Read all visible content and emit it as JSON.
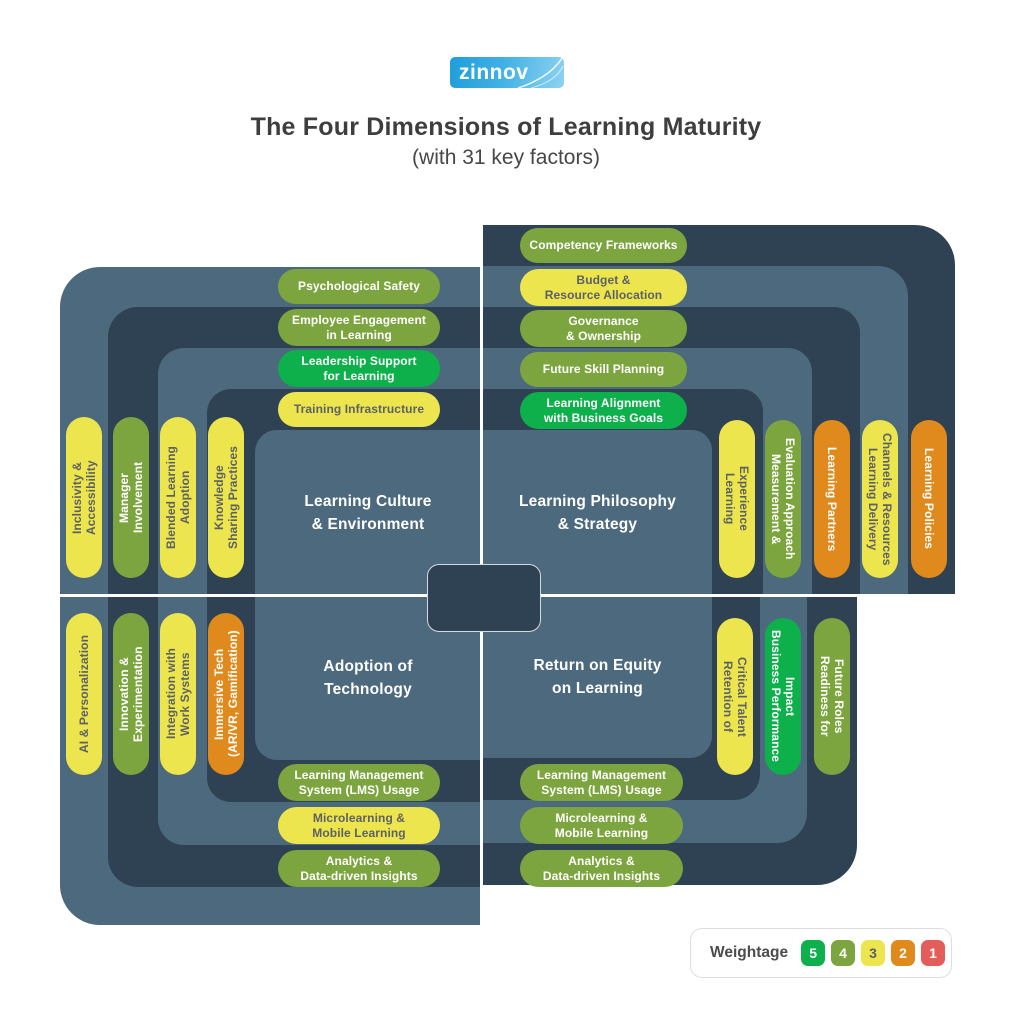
{
  "header": {
    "logo_text": "zinnov",
    "title": "The Four Dimensions of Learning Maturity",
    "subtitle": "(with 31 key factors)"
  },
  "colors": {
    "ring_light": "#4c697e",
    "ring_dark": "#2e4254",
    "weight_5": "#0db04b",
    "weight_4": "#7ca53f",
    "weight_3": "#ece54e",
    "weight_2": "#e0891c",
    "weight_1": "#e35d5b"
  },
  "quadrants": {
    "tl": {
      "title": "Learning Culture\n& Environment",
      "top": [
        {
          "label": "Psychological Safety",
          "weight": 4
        },
        {
          "label": "Employee Engagement\nin Learning",
          "weight": 4
        },
        {
          "label": "Leadership Support\nfor Learning",
          "weight": 5
        },
        {
          "label": "Training Infrastructure",
          "weight": 3
        }
      ],
      "left": [
        {
          "label": "Inclusivity &\nAccessibility",
          "weight": 3
        },
        {
          "label": "Manager\nInvolvement",
          "weight": 4
        },
        {
          "label": "Blended Learning\nAdoption",
          "weight": 3
        },
        {
          "label": "Knowledge\nSharing Practices",
          "weight": 3
        }
      ]
    },
    "tr": {
      "title": "Learning Philosophy\n& Strategy",
      "top": [
        {
          "label": "Competency Frameworks",
          "weight": 4
        },
        {
          "label": "Budget &\nResource Allocation",
          "weight": 3
        },
        {
          "label": "Governance\n& Ownership",
          "weight": 4
        },
        {
          "label": "Future Skill Planning",
          "weight": 4
        },
        {
          "label": "Learning Alignment\nwith Business Goals",
          "weight": 5
        }
      ],
      "right": [
        {
          "label": "Learning\nExperience",
          "weight": 3
        },
        {
          "label": "Measurement &\nEvaluation Approach",
          "weight": 4
        },
        {
          "label": "Learning Partners",
          "weight": 2
        },
        {
          "label": "Learning Delivery\nChannels & Resources",
          "weight": 3
        },
        {
          "label": "Learning Policies",
          "weight": 2
        }
      ]
    },
    "bl": {
      "title": "Adoption of\nTechnology",
      "left": [
        {
          "label": "AI & Personalization",
          "weight": 3
        },
        {
          "label": "Innovation &\nExperimentation",
          "weight": 4
        },
        {
          "label": "Integration with\nWork Systems",
          "weight": 3
        },
        {
          "label": "Immersive Tech\n(AR/VR, Gamification)",
          "weight": 2
        }
      ],
      "bottom": [
        {
          "label": "Learning Management\nSystem (LMS) Usage",
          "weight": 4
        },
        {
          "label": "Microlearning &\nMobile Learning",
          "weight": 3
        },
        {
          "label": "Analytics &\nData-driven Insights",
          "weight": 4
        }
      ]
    },
    "br": {
      "title": "Return on Equity\non Learning",
      "right": [
        {
          "label": "Retention of\nCritical Talent",
          "weight": 3
        },
        {
          "label": "Business Performance\nImpact",
          "weight": 5
        },
        {
          "label": "Readiness for\nFuture Roles",
          "weight": 4
        }
      ],
      "bottom": [
        {
          "label": "Learning Management\nSystem (LMS) Usage",
          "weight": 4
        },
        {
          "label": "Microlearning &\nMobile Learning",
          "weight": 4
        },
        {
          "label": "Analytics &\nData-driven Insights",
          "weight": 4
        }
      ]
    }
  },
  "legend": {
    "label": "Weightage",
    "items": [
      {
        "value": "5"
      },
      {
        "value": "4"
      },
      {
        "value": "3"
      },
      {
        "value": "2"
      },
      {
        "value": "1"
      }
    ]
  }
}
